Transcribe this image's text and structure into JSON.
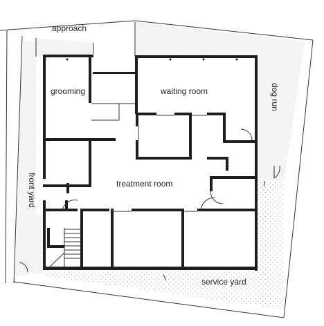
{
  "labels": {
    "approach": "approach",
    "grooming": "grooming",
    "waiting_room": "waiting room",
    "dog_run": "dog run",
    "front_yard": "front yard",
    "treatment_room": "treatment room",
    "service_yard": "service yard"
  },
  "colors": {
    "wall": "#1e1e1e",
    "line": "#333333",
    "hatch": "#9a9a9a",
    "background": "#ffffff"
  }
}
